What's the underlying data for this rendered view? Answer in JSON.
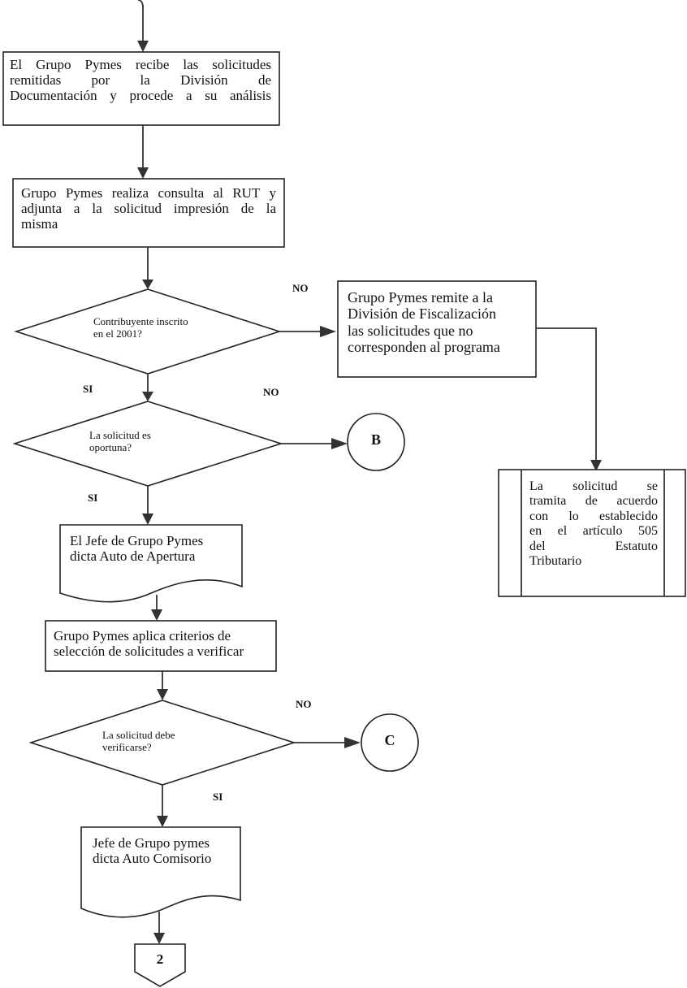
{
  "flowchart": {
    "step1": {
      "line1": "El Grupo Pymes recibe las solicitudes",
      "line2": "remitidas por la División de",
      "line3": "Documentación y procede a su análisis"
    },
    "step2": {
      "line1": "Grupo Pymes realiza consulta al RUT y",
      "line2": "adjunta a la solicitud impresión de la",
      "line3": "misma"
    },
    "decision1": {
      "line1": "Contribuyente inscrito",
      "line2": "en el 2001?",
      "yes": "SI",
      "no": "NO"
    },
    "remit_box": {
      "line1": "Grupo Pymes remite a la",
      "line2": "División de Fiscalización",
      "line3": "las solicitudes que no",
      "line4": "corresponden al programa"
    },
    "process_box": {
      "line1": "La solicitud se",
      "line2": "tramita de acuerdo",
      "line3": "con lo establecido",
      "line4": "en el artículo 505",
      "line5": "del Estatuto",
      "line6": "Tributario"
    },
    "decision2": {
      "line1": "La solicitud es",
      "line2": "oportuna?",
      "yes": "SI",
      "no": "NO"
    },
    "connector_b": "B",
    "doc1": {
      "line1": "El Jefe de Grupo Pymes",
      "line2": "dicta Auto de Apertura"
    },
    "step3": {
      "line1": "Grupo Pymes aplica criterios de",
      "line2": "selección de solicitudes a verificar"
    },
    "decision3": {
      "line1": "La solicitud debe",
      "line2": "verificarse?",
      "yes": "SI",
      "no": "NO"
    },
    "connector_c": "C",
    "doc2": {
      "line1": "Jefe de Grupo pymes",
      "line2": "dicta Auto Comisorio"
    },
    "offpage": "2"
  }
}
